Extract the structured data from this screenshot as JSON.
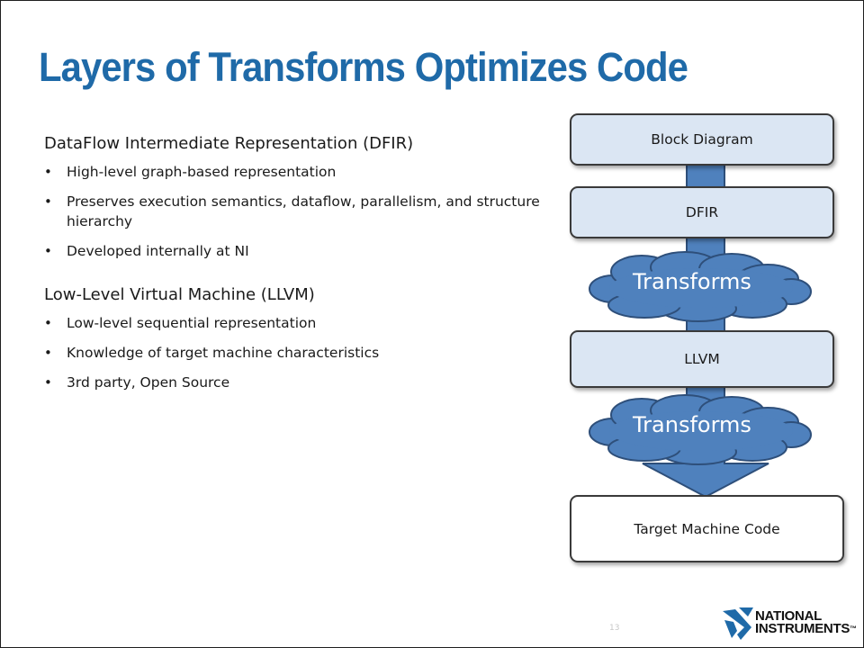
{
  "slide": {
    "title": "Layers of Transforms Optimizes Code",
    "page_number": "13"
  },
  "content": {
    "sections": [
      {
        "heading": "DataFlow Intermediate Representation (DFIR)",
        "bullets": [
          "High-level graph-based representation",
          "Preserves execution semantics, dataflow, parallelism, and structure hierarchy",
          "Developed internally at NI"
        ]
      },
      {
        "heading": "Low-Level Virtual Machine (LLVM)",
        "bullets": [
          "Low-level sequential representation",
          "Knowledge of target machine characteristics",
          "3rd party, Open Source"
        ]
      }
    ]
  },
  "diagram": {
    "stages": [
      "Block Diagram",
      "DFIR",
      "LLVM",
      "Target Machine Code"
    ],
    "transforms": [
      "Transforms",
      "Transforms"
    ],
    "colors": {
      "arrow": "#4f81bd",
      "arrow_outline": "#2e4f7a",
      "box_fill": "#dbe6f3",
      "cloud_fill": "#4f81bd"
    }
  },
  "logo": {
    "line1": "NATIONAL",
    "line2": "INSTRUMENTS",
    "trademark": "™",
    "icon": "ni-eagle-logo-icon"
  }
}
